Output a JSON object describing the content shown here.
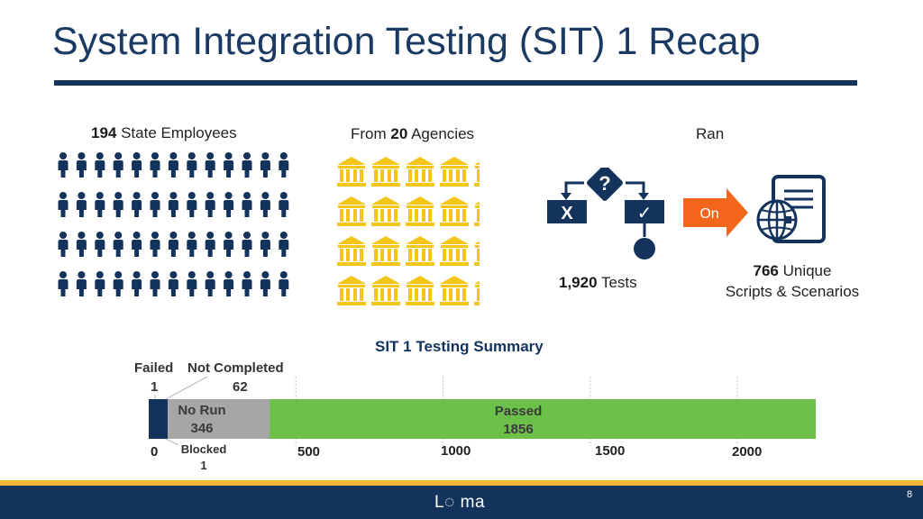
{
  "slide": {
    "title": "System Integration Testing (SIT) 1 Recap",
    "page_number": "8",
    "logo_text": "L◌ ma"
  },
  "stats": {
    "employees_count": "194",
    "employees_label": " State Employees",
    "agencies_prefix": "From ",
    "agencies_count": "20",
    "agencies_label": " Agencies",
    "ran_label": "Ran",
    "tests_count": "1,920",
    "tests_label": " Tests",
    "on_label": "On",
    "scripts_count": "766",
    "scripts_label": " Unique",
    "scripts_label_line2": "Scripts & Scenarios"
  },
  "flow_icon": {
    "question": "?",
    "fail_mark": "X",
    "pass_mark": "✓"
  },
  "icons": {
    "person": "person-icon",
    "building": "government-building-icon",
    "flow": "decision-flowchart-icon",
    "arrow": "arrow-right-icon",
    "document_globe": "document-globe-icon"
  },
  "colors": {
    "navy": "#13335c",
    "gold": "#f5c518",
    "orange": "#f4661b",
    "passed": "#6cc04a",
    "no_run": "#a6a6a6"
  },
  "chart_data": {
    "type": "bar",
    "orientation": "horizontal-stacked",
    "title": "SIT 1 Testing Summary",
    "xlim": [
      0,
      2000
    ],
    "xticks": [
      0,
      500,
      1000,
      1500,
      2000
    ],
    "xtick_labels": [
      "0",
      "500",
      "1000",
      "1500",
      "2000"
    ],
    "grid": true,
    "series": [
      {
        "name": "Failed",
        "value": 1,
        "label": "1",
        "color": "#13335c"
      },
      {
        "name": "Blocked",
        "value": 1,
        "label": "1",
        "color": "#13335c"
      },
      {
        "name": "Not Completed",
        "value": 62,
        "label": "62",
        "color": "#13335c"
      },
      {
        "name": "No Run",
        "value": 346,
        "label": "346",
        "color": "#a6a6a6"
      },
      {
        "name": "Passed",
        "value": 1856,
        "label": "1856",
        "color": "#6cc04a"
      }
    ]
  }
}
